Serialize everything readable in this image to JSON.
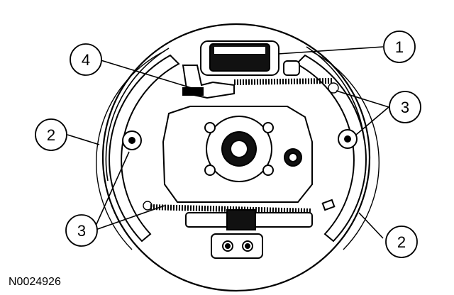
{
  "callouts": [
    {
      "id": "c1",
      "label": "1"
    },
    {
      "id": "c2a",
      "label": "2"
    },
    {
      "id": "c2b",
      "label": "2"
    },
    {
      "id": "c3a",
      "label": "3"
    },
    {
      "id": "c3b",
      "label": "3"
    },
    {
      "id": "c4",
      "label": "4"
    }
  ],
  "figure_code": "N0024926",
  "colors": {
    "ink": "#000000",
    "paper": "#ffffff",
    "shade": "#cfcfcf"
  }
}
